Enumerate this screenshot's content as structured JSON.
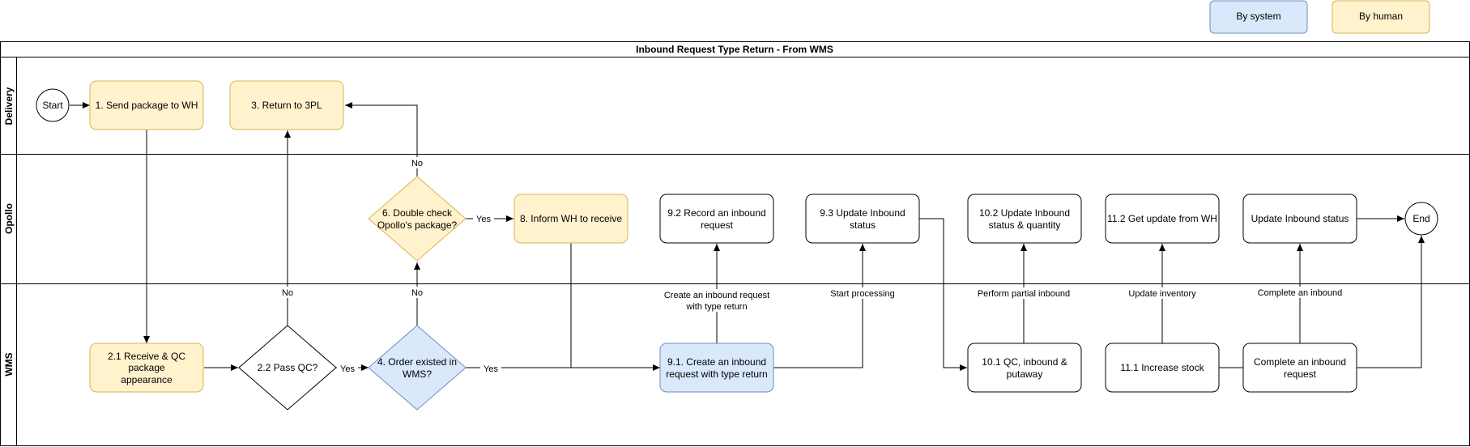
{
  "legend": {
    "system": {
      "label": "By system",
      "color": "#dae8fc",
      "border": "#6c8ebf"
    },
    "human": {
      "label": "By human",
      "color": "#fff2cc",
      "border": "#d6b656"
    }
  },
  "diagram_title": "Inbound Request Type Return - From WMS",
  "lanes": {
    "delivery": "Delivery",
    "opollo": "Opollo",
    "wms": "WMS"
  },
  "nodes": {
    "start": "Start",
    "n1": "1. Send package to WH",
    "n3": "3. Return to 3PL",
    "n6": [
      "6. Double check",
      "Opollo's package?"
    ],
    "n8": "8. Inform WH to receive",
    "n92": [
      "9.2 Record an inbound",
      "request"
    ],
    "n93": [
      "9.3 Update Inbound",
      "status"
    ],
    "n102": [
      "10.2 Update Inbound",
      "status & quantity"
    ],
    "n112": "11.2 Get update from WH",
    "update_status": "Update Inbound status",
    "end": "End",
    "n21": [
      "2.1 Receive & QC",
      "package",
      "appearance"
    ],
    "n22": "2.2 Pass QC?",
    "n4": [
      "4. Order existed in",
      "WMS?"
    ],
    "n91": [
      "9.1. Create an inbound",
      "request with type return"
    ],
    "n101": [
      "10.1 QC, inbound &",
      "putaway"
    ],
    "n111": "11.1 Increase stock",
    "complete": [
      "Complete an inbound",
      "request"
    ]
  },
  "edge_labels": {
    "no_6_3": "No",
    "yes_6_8": "Yes",
    "no_22_3": "No",
    "no_4_6": "No",
    "yes_22_4": "Yes",
    "yes_4_91": "Yes",
    "create": [
      "Create an inbound request",
      "with type return"
    ],
    "start_processing": "Start processing",
    "partial": "Perform partial inbound",
    "update_inventory": "Update inventory",
    "complete_inbound": "Complete an inbound"
  }
}
